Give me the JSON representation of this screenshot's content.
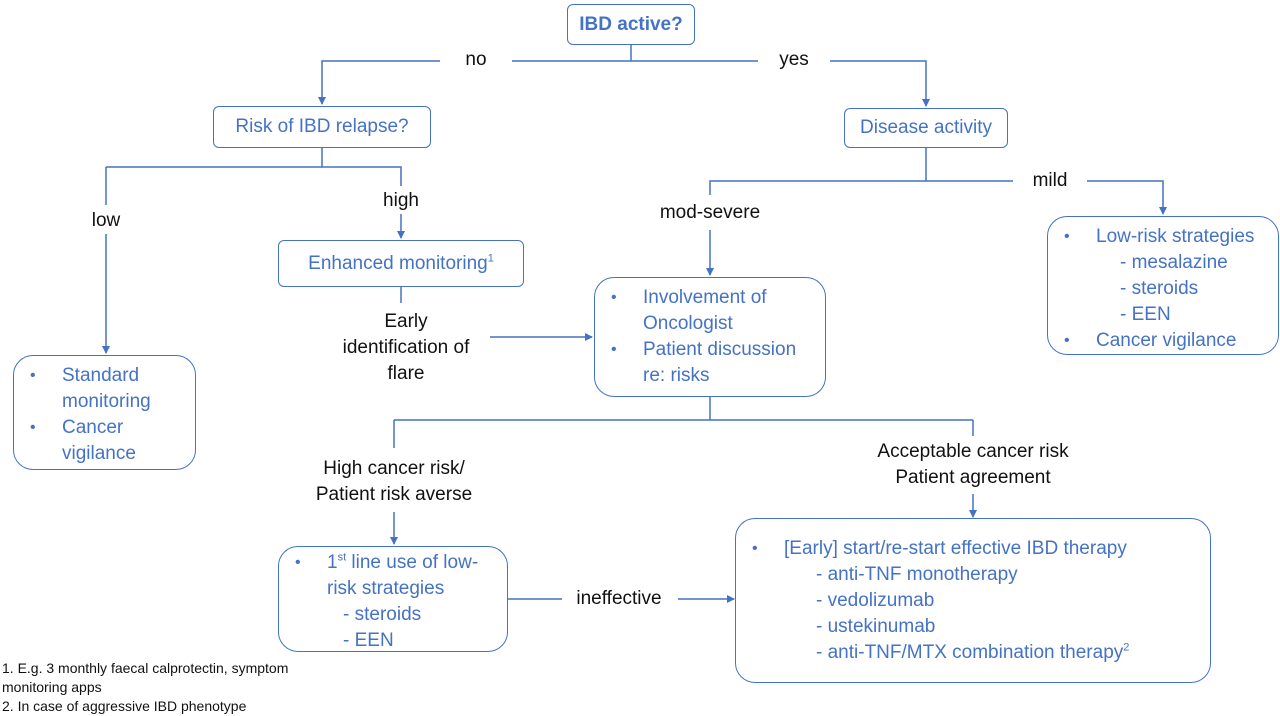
{
  "boxes": {
    "ibd_active": "IBD active?",
    "risk_relapse": "Risk of IBD relapse?",
    "disease_activity": "Disease activity",
    "enhanced_monitoring": "Enhanced monitoring",
    "enhanced_sup": "1",
    "standard": {
      "items": [
        "Standard monitoring",
        "Cancer vigilance"
      ]
    },
    "low_risk": {
      "header": "Low-risk strategies",
      "subs": [
        "- mesalazine",
        "- steroids",
        "- EEN"
      ],
      "last": "Cancer vigilance"
    },
    "oncologist": {
      "items": [
        "Involvement of Oncologist",
        "Patient discussion re: risks"
      ]
    },
    "first_line": {
      "sup": "st",
      "pre": "1",
      "text": " line use of low-risk strategies",
      "subs": [
        "- steroids",
        "- EEN"
      ]
    },
    "therapy": {
      "header": "[Early] start/re-start effective IBD therapy",
      "subs": [
        "- anti-TNF monotherapy",
        "- vedolizumab",
        "- ustekinumab",
        "- anti-TNF/MTX combination therapy"
      ],
      "last_sup": "2"
    }
  },
  "labels": {
    "no": "no",
    "yes": "yes",
    "low": "low",
    "high": "high",
    "mild": "mild",
    "mod_severe": "mod-severe",
    "early_id": "Early identification of flare",
    "high_cancer": "High cancer risk/ Patient risk averse",
    "acceptable_1": "Acceptable cancer risk",
    "acceptable_2": "Patient agreement",
    "ineffective": "ineffective"
  },
  "footnotes": {
    "f1": "1. E.g. 3 monthly faecal calprotectin, symptom monitoring apps",
    "f2": "2. In case of aggressive IBD phenotype"
  },
  "colors": {
    "accent": "#4472c4",
    "text": "#111111"
  }
}
